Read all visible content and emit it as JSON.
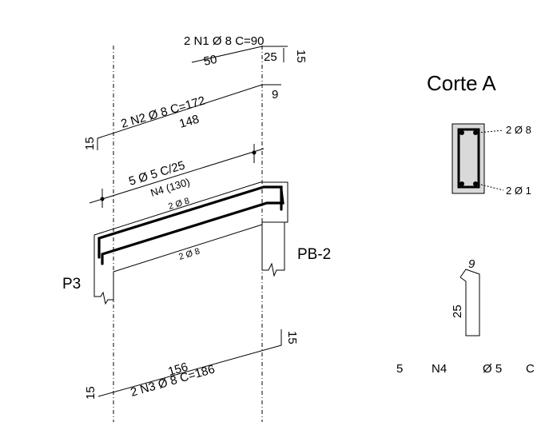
{
  "bars": {
    "n1": {
      "label": "2 N1 Ø 8 C=90",
      "len_main": "50",
      "len_hook": "25",
      "len_tail": "15"
    },
    "n2": {
      "label": "2 N2 Ø 8 C=172",
      "len_main": "148",
      "len_hook": "9",
      "len_tail": "15"
    },
    "n3": {
      "label": "2 N3 Ø 8 C=186",
      "len_main": "156",
      "len_hook": "15",
      "len_tail": "15"
    },
    "n4": {
      "label_top": "5   Ø 5  C/25",
      "label_bottom": "N4   (130)"
    }
  },
  "beam": {
    "top_bars": "2 Ø 8",
    "bottom_bars": "2 Ø 8"
  },
  "supports": {
    "left": "P3",
    "right": "PB-2"
  },
  "section": {
    "title": "Corte A",
    "top_bars": "2 Ø 8",
    "bottom_bars": "2 Ø 1"
  },
  "stirrup": {
    "hook": "9",
    "height": "25",
    "legend": {
      "qty": "5",
      "name": "N4",
      "dia": "Ø 5",
      "spacing": "C"
    }
  }
}
